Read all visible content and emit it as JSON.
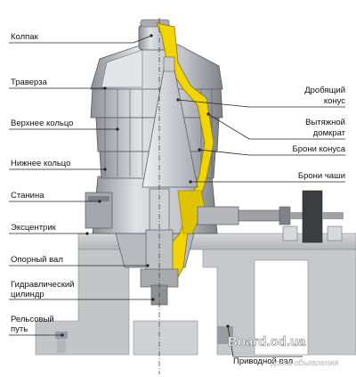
{
  "labels": {
    "cap": "Колпак",
    "traverse": "Траверза",
    "upper_ring": "Верхнее кольцо",
    "lower_ring": "Нижнее кольцо",
    "frame": "Станина",
    "eccentric": "Эксцентрик",
    "support_shaft": "Опорный вал",
    "hydraulic_cylinder_line1": "Гидравлический",
    "hydraulic_cylinder_line2": "цилиндр",
    "rail_track_line1": "Рельсовый",
    "rail_track_line2": "путь",
    "crushing_cone_line1": "Дробящий",
    "crushing_cone_line2": "конус",
    "pull_jack_line1": "Вытяжной",
    "pull_jack_line2": "домкрат",
    "cone_liners": "Брони конуса",
    "bowl_liners": "Брони чаши",
    "drive_shaft": "Приводной вал"
  },
  "watermark": {
    "main": "Board.od.ua",
    "sub": "доска объявления"
  },
  "colors": {
    "machine_light": "#dcdde0",
    "machine_mid": "#b9bbc0",
    "machine_dark": "#7d8087",
    "section_yellow": "#f1d400",
    "foundation": "#c9cacd"
  }
}
